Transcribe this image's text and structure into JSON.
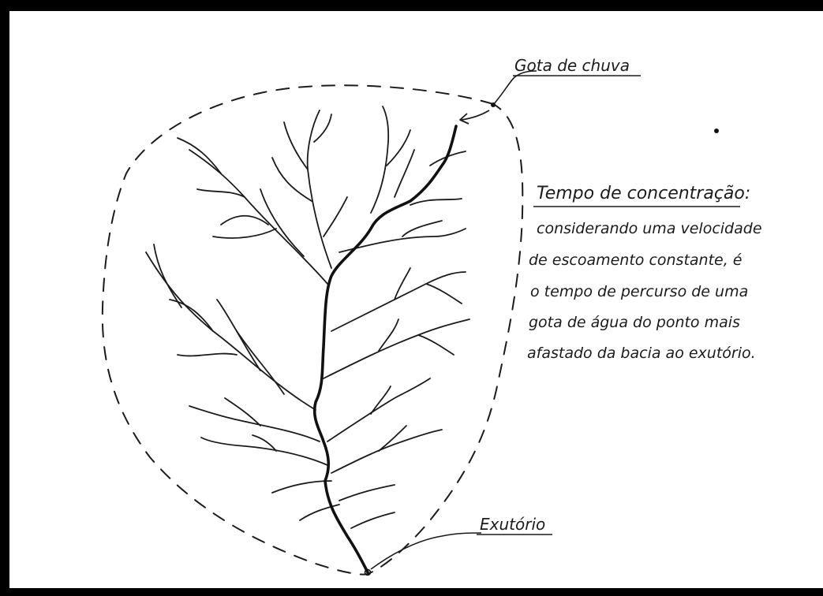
{
  "labels": {
    "raindrop": "Gota de chuva",
    "outlet": "Exutório"
  },
  "note": {
    "title": "Tempo de concentração:",
    "lines": [
      "considerando uma velocidade",
      "de escoamento constante, é",
      "o tempo de percurso de uma",
      "gota de água do ponto mais",
      "afastado da bacia ao exutório."
    ]
  },
  "colors": {
    "ink": "#1b1b1b",
    "frame": "#000000",
    "paper": "#ffffff"
  }
}
